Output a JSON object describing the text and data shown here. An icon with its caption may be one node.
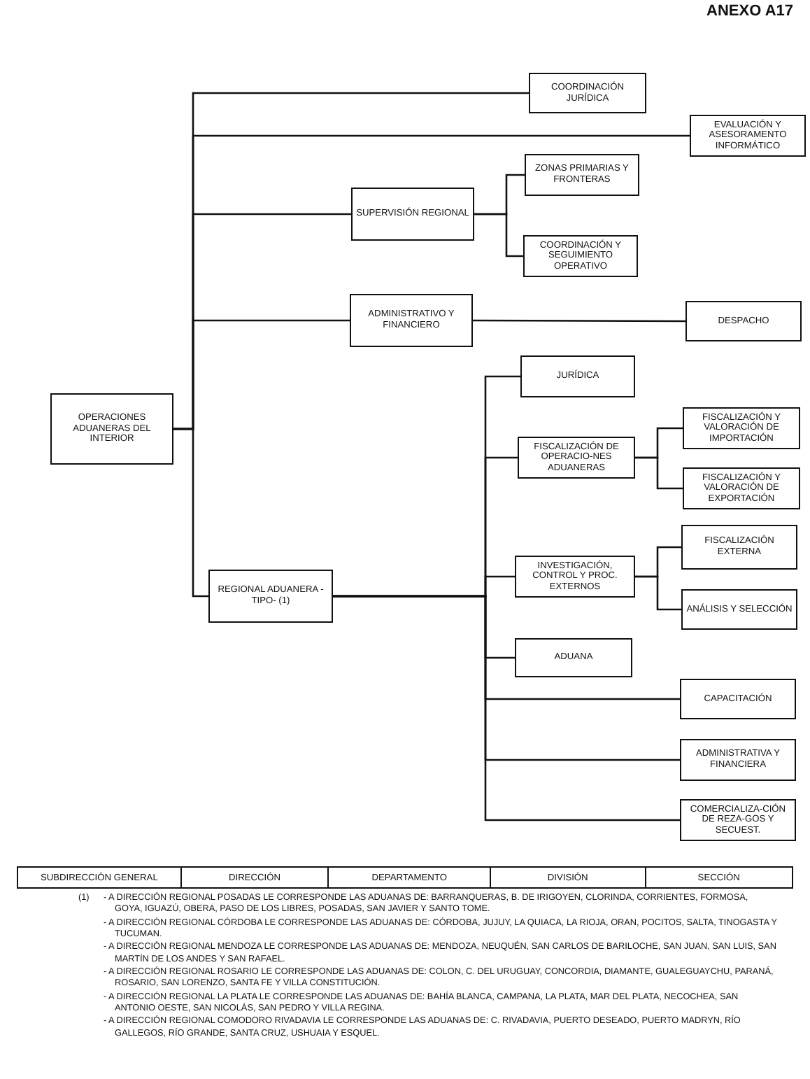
{
  "diagram": {
    "title": "ANEXO A17",
    "nodes": [
      {
        "text": [
          "OPERACIONES ADUANERAS DEL INTERIOR"
        ]
      },
      {
        "text": [
          "COORDINACIÓN JURÍDICA"
        ]
      },
      {
        "text": [
          "EVALUACIÓN Y ASESORAMENTO INFORMÁTICO"
        ]
      },
      {
        "text": [
          "SUPERVISIÓN REGIONAL"
        ]
      },
      {
        "text": [
          "ZONAS PRIMARIAS Y FRONTERAS"
        ]
      },
      {
        "text": [
          "COORDINACIÓN Y SEGUIMIENTO OPERATIVO"
        ]
      },
      {
        "text": [
          "ADMINISTRATIVO Y FINANCIERO"
        ]
      },
      {
        "text": [
          "DESPACHO"
        ]
      },
      {
        "text": [
          "REGIONAL ADUANERA -TIPO- (1)"
        ]
      },
      {
        "text": [
          "JURÍDICA"
        ]
      },
      {
        "text": [
          "FISCALIZACIÓN DE OPERACIO-NES ADUANERAS"
        ]
      },
      {
        "text": [
          "FISCALIZACIÓN Y VALORACIÓN DE IMPORTACIÓN"
        ]
      },
      {
        "text": [
          "FISCALIZACIÓN Y VALORACIÓN DE EXPORTACIÓN"
        ]
      },
      {
        "text": [
          "INVESTIGACIÓN, CONTROL Y PROC. EXTERNOS"
        ]
      },
      {
        "text": [
          "FISCALIZACIÓN EXTERNA"
        ]
      },
      {
        "text": [
          "ANÁLISIS Y SELECCIÓN"
        ]
      },
      {
        "text": [
          "ADUANA"
        ]
      },
      {
        "text": [
          "CAPACITACIÓN"
        ]
      },
      {
        "text": [
          "ADMINISTRATIVA Y FINANCIERA"
        ]
      },
      {
        "text": [
          "COMERCIALIZA-CIÓN DE REZA-GOS Y SECUEST."
        ]
      }
    ],
    "edges": [
      {
        "from": 0,
        "to": 1,
        "arrow": "none"
      },
      {
        "from": 0,
        "to": 2,
        "arrow": "none"
      },
      {
        "from": 0,
        "to": 3,
        "arrow": "none"
      },
      {
        "from": 0,
        "to": 6,
        "arrow": "none"
      },
      {
        "from": 0,
        "to": 8,
        "arrow": "none"
      },
      {
        "from": 3,
        "to": 4,
        "arrow": "none"
      },
      {
        "from": 3,
        "to": 5,
        "arrow": "none"
      },
      {
        "from": 6,
        "to": 7,
        "arrow": "none"
      },
      {
        "from": 8,
        "to": 9,
        "arrow": "none"
      },
      {
        "from": 8,
        "to": 10,
        "arrow": "none"
      },
      {
        "from": 8,
        "to": 13,
        "arrow": "none"
      },
      {
        "from": 8,
        "to": 16,
        "arrow": "none"
      },
      {
        "from": 8,
        "to": 17,
        "arrow": "none"
      },
      {
        "from": 8,
        "to": 18,
        "arrow": "none"
      },
      {
        "from": 8,
        "to": 19,
        "arrow": "none"
      },
      {
        "from": 10,
        "to": 11,
        "arrow": "none"
      },
      {
        "from": 10,
        "to": 12,
        "arrow": "none"
      },
      {
        "from": 13,
        "to": 14,
        "arrow": "none"
      },
      {
        "from": 13,
        "to": 15,
        "arrow": "none"
      }
    ],
    "labels": [
      "SUBDIRECCIÓN GENERAL",
      "DIRECCIÓN",
      "DEPARTAMENTO",
      "DIVISIÓN",
      "SECCIÓN",
      "(1)",
      "- A DIRECCIÓN REGIONAL POSADAS LE CORRESPONDE LAS ADUANAS DE: BARRANQUERAS, B. DE IRIGOYEN, CLORINDA, CORRIENTES, FORMOSA, GOYA, IGUAZÚ, OBERA, PASO DE LOS LIBRES, POSADAS, SAN JAVIER Y SANTO TOME.",
      "- A DIRECCIÓN REGIONAL CÓRDOBA LE CORRESPONDE LAS ADUANAS DE: CÓRDOBA, JUJUY, LA QUIACA, LA RIOJA, ORAN, POCITOS, SALTA, TINOGASTA Y TUCUMAN.",
      "- A DIRECCIÓN REGIONAL MENDOZA LE CORRESPONDE LAS ADUANAS DE: MENDOZA, NEUQUÉN, SAN CARLOS DE BARILOCHE, SAN JUAN, SAN LUIS, SAN MARTÍN DE LOS ANDES Y SAN RAFAEL.",
      "- A DIRECCIÓN REGIONAL ROSARIO LE CORRESPONDE LAS ADUANAS DE: COLON, C. DEL URUGUAY, CONCORDIA, DIAMANTE, GUALEGUAYCHU, PARANÁ, ROSARIO, SAN LORENZO, SANTA FE Y VILLA CONSTITUCIÓN.",
      "- A DIRECCIÓN REGIONAL LA PLATA LE CORRESPONDE LAS ADUANAS DE: BAHÍA BLANCA, CAMPANA, LA PLATA, MAR DEL PLATA, NECOCHEA, SAN ANTONIO OESTE, SAN NICOLÁS, SAN PEDRO Y VILLA REGINA.",
      "- A DIRECCIÓN REGIONAL COMODORO RIVADAVIA LE CORRESPONDE LAS ADUANAS DE: C. RIVADAVIA, PUERTO DESEADO, PUERTO MADRYN, RÍO GALLEGOS, RÍO GRANDE, SANTA CRUZ, USHUAIA Y ESQUEL."
    ]
  }
}
